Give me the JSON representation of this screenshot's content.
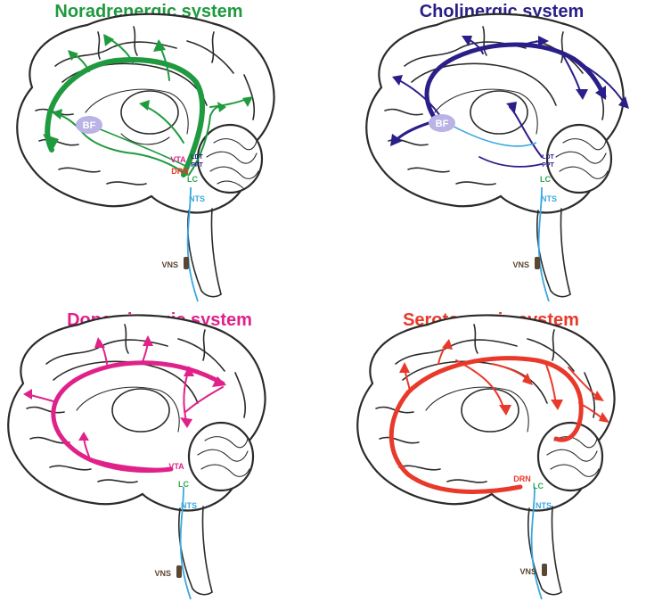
{
  "panels": [
    {
      "title": "Noradrenergic system",
      "color": "#1f9a3e",
      "labels": {
        "bf": "BF",
        "vta": "VTA",
        "drn": "DRN",
        "ldt": "LDT",
        "ppt": "PPT",
        "lc": "LC",
        "nts": "NTS",
        "vns": "VNS"
      }
    },
    {
      "title": "Cholinergic system",
      "color": "#2a1f88",
      "labels": {
        "bf": "BF",
        "ldt": "LDT",
        "ppt": "PPT",
        "lc": "LC",
        "nts": "NTS",
        "vns": "VNS"
      }
    },
    {
      "title": "Dopaminergic system",
      "color": "#e0218a",
      "labels": {
        "vta": "VTA",
        "lc": "LC",
        "nts": "NTS",
        "vns": "VNS"
      }
    },
    {
      "title": "Serotonergic system",
      "color": "#e8392b",
      "labels": {
        "drn": "DRN",
        "lc": "LC",
        "nts": "NTS",
        "vns": "VNS"
      }
    }
  ],
  "colors": {
    "outline": "#2b2b2b",
    "lc": "#2fa84f",
    "nts": "#3aa8e0",
    "vns": "#5a4632",
    "bf_fill": "#b9b3e6",
    "vta": "#e0218a",
    "drn": "#e8392b",
    "ldt": "#2a1f88"
  }
}
